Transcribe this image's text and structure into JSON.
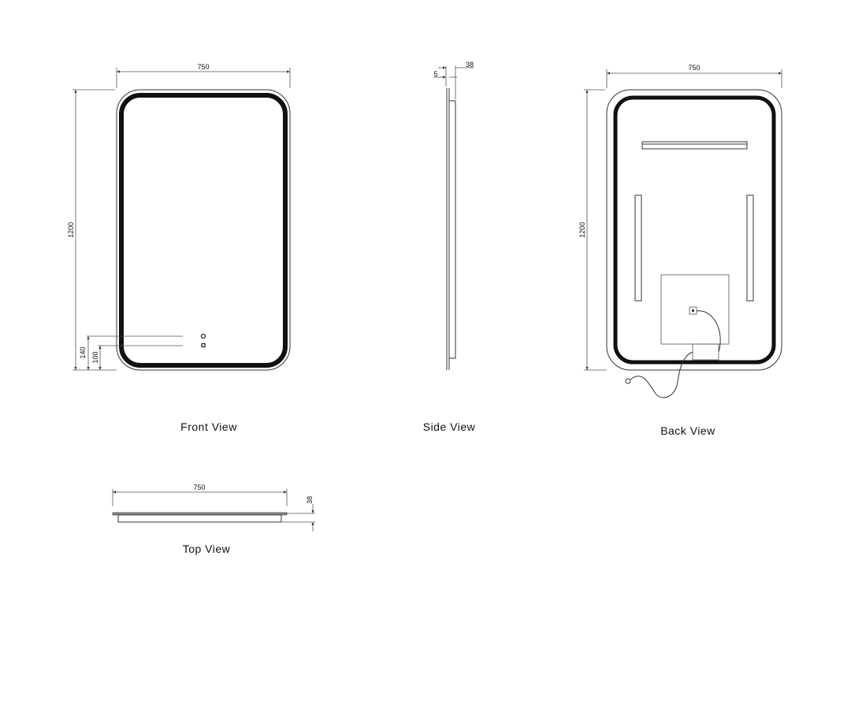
{
  "views": {
    "front": {
      "title": "Front  View",
      "width": "750",
      "height": "1200",
      "offset_upper": "140",
      "offset_lower": "100"
    },
    "side": {
      "title": "Side  View",
      "glass": "5",
      "depth": "38"
    },
    "back": {
      "title": "Back  View",
      "width": "750",
      "height": "1200"
    },
    "top": {
      "title": "Top  View",
      "width": "750",
      "depth": "38"
    }
  },
  "colors": {
    "line": "#333333",
    "led_band": "#111111"
  }
}
